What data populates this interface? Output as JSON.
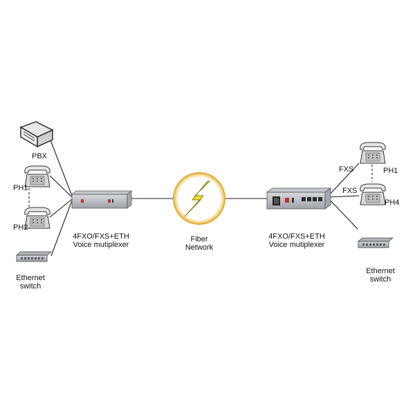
{
  "labels": {
    "pbx": "PBX",
    "ph1_left": "PH1",
    "ph2_left": "PH2",
    "switch_left_line1": "Ethernet",
    "switch_left_line2": "switch",
    "mux_left_line1": "4FXO/FXS+ETH",
    "mux_left_line2": "Voice  mutiplexer",
    "fiber_line1": "Fiber",
    "fiber_line2": "Network",
    "mux_right_line1": "4FXO/FXS+ETH",
    "mux_right_line2": "Voice  mutiplexer",
    "fxs_top": "FXS",
    "fxs_bottom": "FXS",
    "ph1_right": "PH1",
    "ph4_right": "PH4",
    "switch_right_line1": "Ethernet",
    "switch_right_line2": "switch"
  },
  "icons": {
    "pbx": "pbx-icon",
    "phone": "telephone-icon",
    "switch": "ethernet-switch-icon",
    "mux": "voice-multiplexer-icon",
    "fiber": "lightning-icon"
  },
  "colors": {
    "line": "#1a1a1a",
    "device_body": "#b8bcc0",
    "fiber_ring": "#e9b43a",
    "bolt": "#f2e21a",
    "port_red": "#c8302a"
  }
}
